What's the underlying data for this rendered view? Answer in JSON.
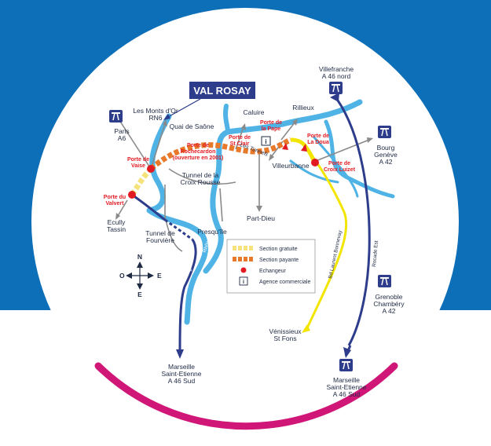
{
  "colors": {
    "background_blue": "#0d6fb8",
    "river": "#4fb3e6",
    "highway": "#2e3c8c",
    "free_section": "#f6e27a",
    "toll_section": "#e8792a",
    "interchange": "#e21b23",
    "yellow_road": "#f2e600",
    "arc": "#d01778",
    "grey_road": "#8a8a8a"
  },
  "title": "VAL ROSAY",
  "places": {
    "villefranche": [
      "Villefranche",
      "A 46 nord"
    ],
    "paris": [
      "Paris",
      "A6"
    ],
    "bourg": [
      "Bourg",
      "Genève",
      "A 42"
    ],
    "monts_dor": [
      "Les Monts d'Or",
      "RN6"
    ],
    "quai_saone": "Quai de Saône",
    "caluire": "Caluire",
    "rillieux": "Rillieux",
    "villeurbanne": "Villeurbanne",
    "tunnel_croix_rousse": [
      "Tunnel de la",
      "Croix Rousse"
    ],
    "ecully": [
      "Ecully",
      "Tassin"
    ],
    "tunnel_fourviere": [
      "Tunnel de",
      "Fourvière"
    ],
    "presquile": "Presqu'île",
    "part_dieu": "Part-Dieu",
    "grenoble": [
      "Grenoble",
      "Chambéry",
      "A 42"
    ],
    "venissieux": [
      "Vénissieux",
      "St Fons"
    ],
    "marseille_left": [
      "Marseille",
      "Saint-Etienne",
      "A 46 Sud"
    ],
    "marseille_right": [
      "Marseille",
      "Saint-Etienne",
      "A 46 Sud"
    ]
  },
  "interchanges": {
    "vaise": [
      "Porte de",
      "Vaise"
    ],
    "valvert": [
      "Porte du",
      "Valvert"
    ],
    "rochecardon": [
      "Porte de",
      "Rochecardon",
      "(ouverture en 2001)"
    ],
    "st_clair": [
      "Porte de",
      "St Clair"
    ],
    "la_pape": [
      "Porte de",
      "la Pape"
    ],
    "la_doua": [
      "Porte de",
      "La Doua"
    ],
    "croix_luizet": [
      "Porte de",
      "Croix Luizet"
    ]
  },
  "road_labels": {
    "les_tunnels": "Les Tunnels",
    "saone": "Saône",
    "rhone": "Rhône",
    "bd_laurent_bonnevay": "Bd Laurent Bonnevay",
    "rocade_est": "Rocade Est"
  },
  "compass": {
    "n": "N",
    "s": "E",
    "e": "E",
    "w": "O"
  },
  "legend": [
    {
      "key": "free",
      "label": "Section gratuite"
    },
    {
      "key": "toll",
      "label": "Section payante"
    },
    {
      "key": "interchange",
      "label": "Echangeur"
    },
    {
      "key": "agency",
      "label": "Agence commerciale",
      "symbol": "i"
    }
  ]
}
